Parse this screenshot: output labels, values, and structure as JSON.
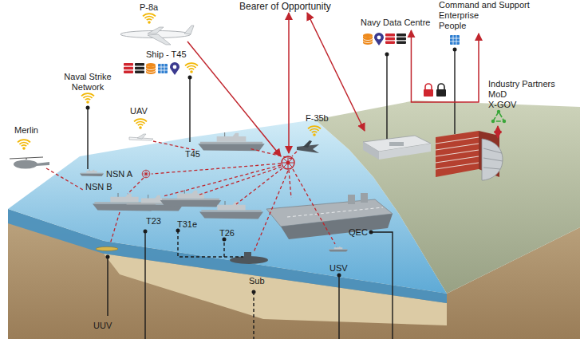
{
  "diagram": {
    "nodes": [
      {
        "text": [
          "P-8a"
        ]
      },
      {
        "text": [
          "Bearer of Opportunity"
        ]
      },
      {
        "text": [
          "Navy Data Centre"
        ]
      },
      {
        "text": [
          "Command and Support",
          "Enterprise",
          "People"
        ]
      },
      {
        "text": [
          "Naval Strike Network"
        ]
      },
      {
        "text": [
          "Ship - T45"
        ]
      },
      {
        "text": [
          "Industry Partners",
          "MoD",
          "X-GOV"
        ]
      },
      {
        "text": [
          "UAV"
        ]
      },
      {
        "text": [
          "F-35b"
        ]
      },
      {
        "text": [
          "Merlin"
        ]
      },
      {
        "text": [
          "T45"
        ]
      },
      {
        "text": [
          "NSN A"
        ]
      },
      {
        "text": [
          "NSN B"
        ]
      },
      {
        "text": [
          "T23"
        ]
      },
      {
        "text": [
          "T31e"
        ]
      },
      {
        "text": [
          "T26"
        ]
      },
      {
        "text": [
          "QEC"
        ]
      },
      {
        "text": [
          "USV"
        ]
      },
      {
        "text": [
          "Sub"
        ]
      },
      {
        "text": [
          "UUV"
        ]
      }
    ],
    "edges": [
      {
        "from": 2,
        "to": 3,
        "arrow": "both"
      }
    ]
  }
}
